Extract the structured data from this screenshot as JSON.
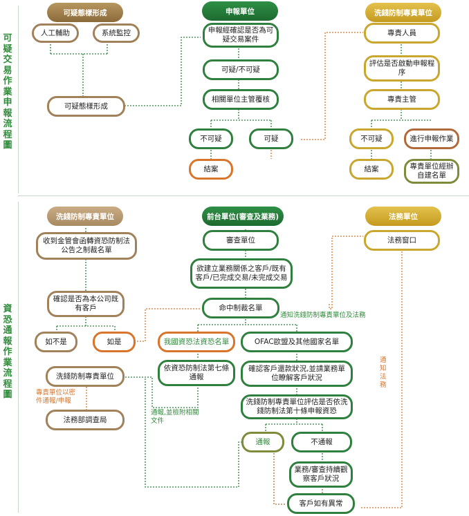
{
  "sections": {
    "top_title": "可疑交易作業申報流程圖",
    "bottom_title": "資恐通報作業流程圖"
  },
  "top": {
    "headers": {
      "col1": "可疑態樣形成",
      "col2": "申報單位",
      "col3": "洗錢防制專責單位"
    },
    "col1": {
      "manual": "人工輔助",
      "system": "系統監控",
      "form": "可疑態樣形成"
    },
    "col2": {
      "confirm": "申報經確認是否為可疑交易案件",
      "judge": "可疑/不可疑",
      "supervisor": "相關單位主管覆核",
      "not_suspicious": "不可疑",
      "suspicious": "可疑",
      "close": "結案"
    },
    "col3": {
      "officer": "專責人員",
      "evaluate": "評估是否啟動申報程序",
      "supervisor": "專責主管",
      "not_suspicious": "不可疑",
      "proceed": "進行申報作業",
      "close": "結案",
      "build_list": "專責單位經辦自建名單"
    }
  },
  "bottom": {
    "headers": {
      "col1": "洗錢防制專責單位",
      "col2": "前台單位(審查及業務)",
      "col3": "法務單位"
    },
    "col1": {
      "receive": "收到金管會函轉資恐防制法公告之制裁名單",
      "confirm": "確認是否為本公司既有客戶",
      "no": "如不是",
      "yes": "如是",
      "aml_unit": "洗錢防制專責單位",
      "legal_bureau": "法務部調查局",
      "note_report": "專責單位以密件通報/申報"
    },
    "col2": {
      "review": "審查單位",
      "want_build": "欲建立業務關係之客戶/既有客戶/已完成交易/未完成交易",
      "hit": "命中制裁名單",
      "domestic": "我國資恐法資恐名單",
      "ofac": "OFAC歐盟及其他國家名單",
      "art7": "依資恐防制法第七條通報",
      "confirm_status": "確認客戶還款狀況,並請業務單位瞭解客戶狀況",
      "evaluate": "洗錢防制專責單位評估是否依洗錢防制法第十條申報資恐",
      "report": "通報",
      "no_report": "不通報",
      "monitor": "業務/審查持續觀察客戶狀況",
      "abnormal": "客戶如有異常",
      "note_attach": "通報,並檢附相關文件",
      "note_notify": "通知洗錢防制專責單位及法務"
    },
    "col3": {
      "legal_window": "法務窗口",
      "note_legal": "通知法務"
    }
  },
  "colors": {
    "green": "#2f7f3e",
    "brown": "#a0815a",
    "gold": "#c9a62e",
    "orange": "#d8752c",
    "title_green": "#2e8b3a"
  }
}
